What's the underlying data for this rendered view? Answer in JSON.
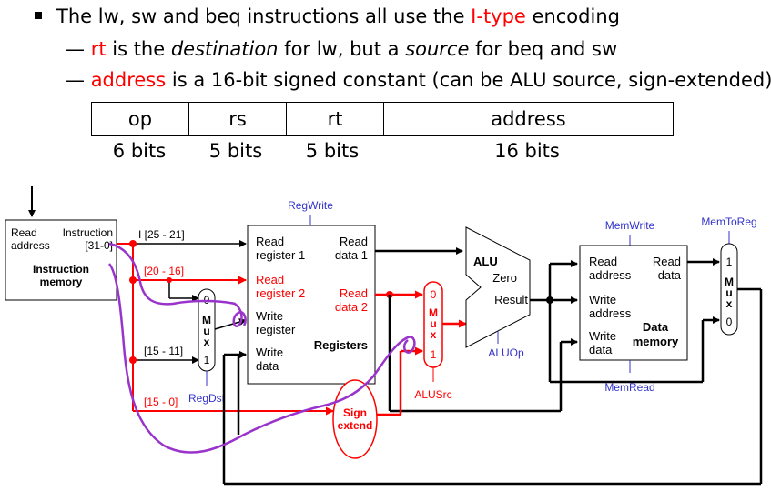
{
  "bullets": {
    "b1_pre": "The lw, sw and beq instructions all use the ",
    "b1_red": "I-type",
    "b1_post": " encoding",
    "b2_dash": "— ",
    "b2_red": "rt",
    "b2_pre": " is the ",
    "b2_em": "destination",
    "b2_post": " for lw, but a ",
    "b2_em2": "source",
    "b2_end": " for beq and sw",
    "b3_dash": "— ",
    "b3_red": "address",
    "b3_post": " is a 16-bit signed constant (can be ALU source, sign-extended)"
  },
  "format": {
    "fields": [
      "op",
      "rs",
      "rt",
      "address"
    ],
    "bits": [
      "6 bits",
      "5 bits",
      "5 bits",
      "16 bits"
    ]
  },
  "diagram": {
    "imem_read_address": "Read",
    "imem_address": "address",
    "imem_instruction": "Instruction",
    "imem_bits": "[31-0]",
    "imem_title1": "Instruction",
    "imem_title2": "memory",
    "f_25_21": "I [25 - 21]",
    "f_20_16": "[20 - 16]",
    "f_15_11": "[15 - 11]",
    "f_15_0": "[15 - 0]",
    "regwrite": "RegWrite",
    "reg_read_reg1a": "Read",
    "reg_read_reg1b": "register 1",
    "reg_read_reg2a": "Read",
    "reg_read_reg2b": "register 2",
    "reg_write_rega": "Write",
    "reg_write_regb": "register",
    "reg_write_dataa": "Write",
    "reg_write_datab": "data",
    "reg_read_d1a": "Read",
    "reg_read_d1b": "data 1",
    "reg_read_d2a": "Read",
    "reg_read_d2b": "data 2",
    "registers": "Registers",
    "mux_m": "M",
    "mux_u": "u",
    "mux_x": "x",
    "mux_0": "0",
    "mux_1": "1",
    "regdst": "RegDst",
    "alusrc": "ALUSrc",
    "alu": "ALU",
    "zero": "Zero",
    "result": "Result",
    "aluop": "ALUOp",
    "sign1": "Sign",
    "sign2": "extend",
    "memwrite": "MemWrite",
    "memread": "MemRead",
    "memtoreg": "MemToReg",
    "dm_read_addra": "Read",
    "dm_read_addrb": "address",
    "dm_write_addra": "Write",
    "dm_write_addrb": "address",
    "dm_write_dataa": "Write",
    "dm_write_datab": "data",
    "dm_read_dataa": "Read",
    "dm_read_datab": "data",
    "dm_title1": "Data",
    "dm_title2": "memory"
  },
  "colors": {
    "highlight": "#ff0000",
    "control": "#3333cc",
    "pen": "#9933cc"
  }
}
